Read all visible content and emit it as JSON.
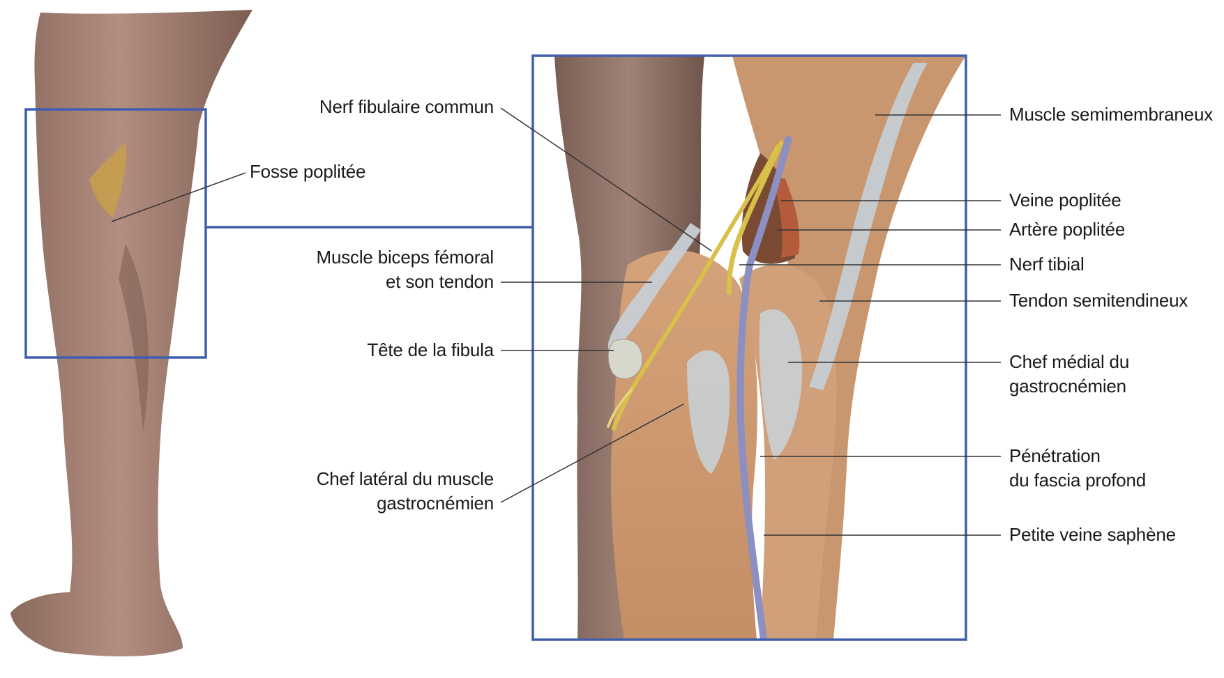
{
  "colors": {
    "frame": "#3f5fae",
    "skin": "#a98577",
    "muscle": "#cf9b72",
    "nerve": "#d8c04a",
    "vein": "#8c8fc2",
    "artery": "#b35b3a",
    "fascia": "#c8d0d6",
    "leader": "#333333"
  },
  "labels": {
    "fosse_poplitee": "Fosse poplitée",
    "nerf_fibulaire": "Nerf fibulaire commun",
    "biceps_l1": "Muscle biceps fémoral",
    "biceps_l2": "et son tendon",
    "tete_fibula": "Tête de la fibula",
    "chef_lateral_l1": "Chef latéral du muscle",
    "chef_lateral_l2": "gastrocnémien",
    "semimembraneux": "Muscle semimembraneux",
    "veine_poplitee": "Veine poplitée",
    "artere_poplitee": "Artère poplitée",
    "nerf_tibial": "Nerf tibial",
    "semitendineux": "Tendon semitendineux",
    "chef_medial_l1": "Chef médial du",
    "chef_medial_l2": "gastrocnémien",
    "penetration_l1": "Pénétration",
    "penetration_l2": "du fascia profond",
    "petite_veine": "Petite veine saphène"
  }
}
